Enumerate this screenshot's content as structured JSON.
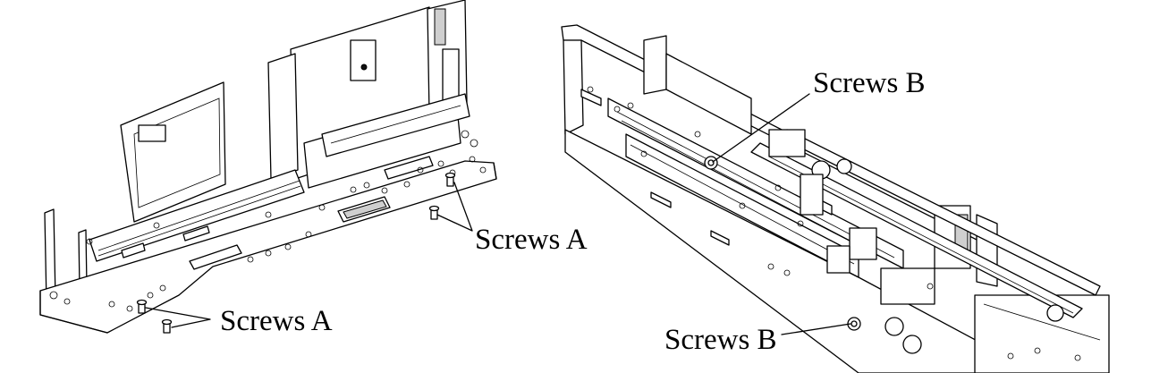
{
  "callouts": {
    "screws_a_right": "Screws A",
    "screws_a_left": "Screws A",
    "screws_b_top": "Screws B",
    "screws_b_bottom": "Screws B"
  },
  "colors": {
    "line": "#000000",
    "background": "#ffffff"
  }
}
